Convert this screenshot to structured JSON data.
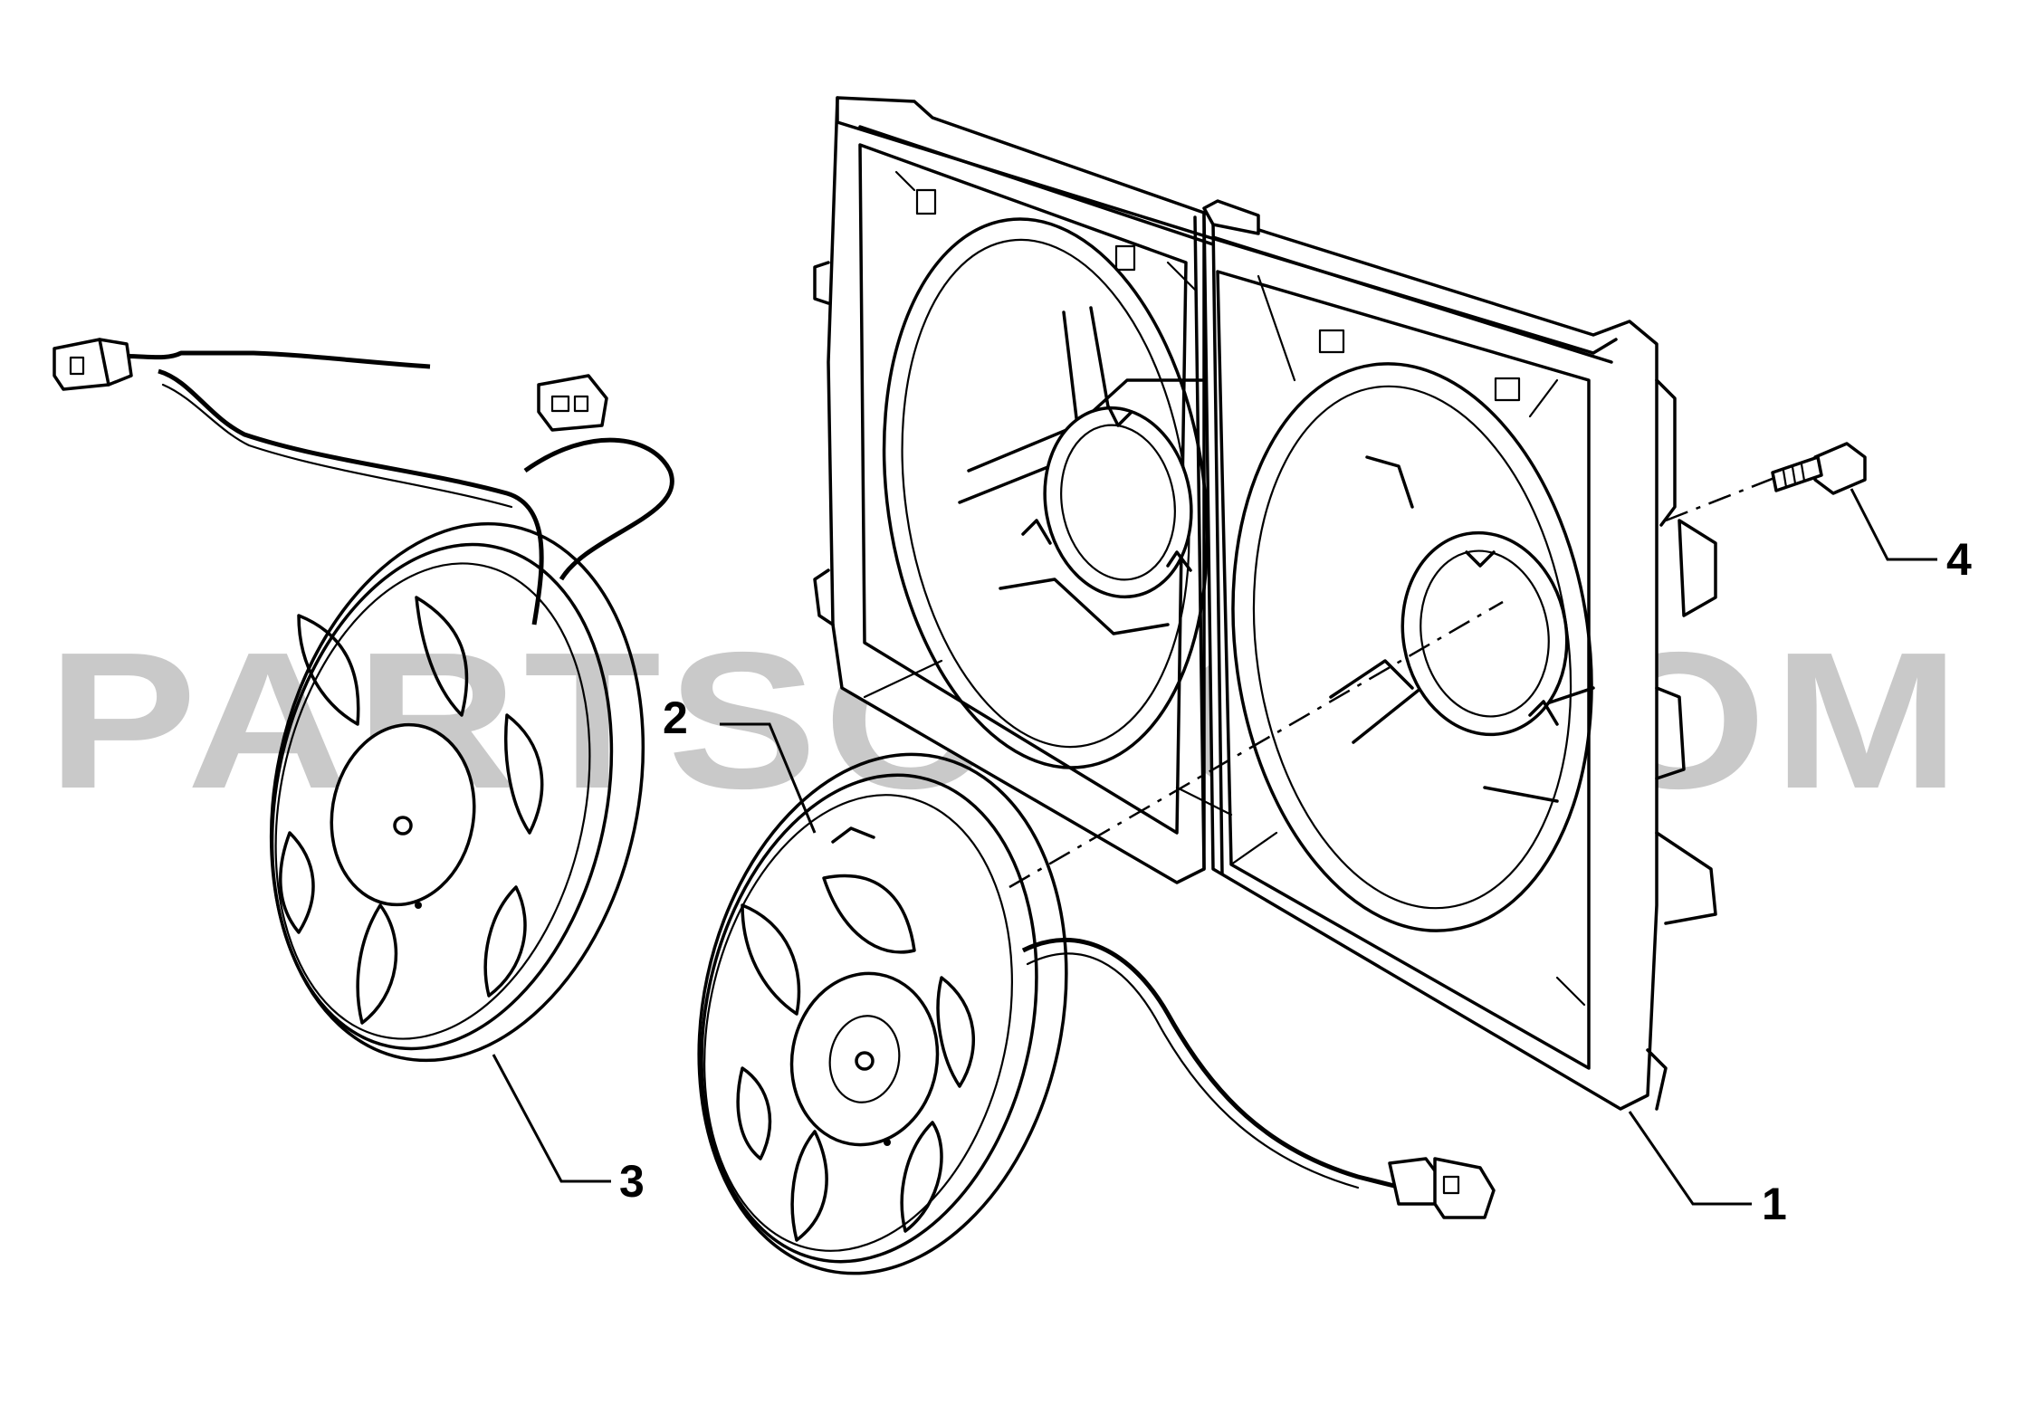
{
  "watermark": {
    "text": "PARTSOUQ.COM",
    "color": "#c9c9c9"
  },
  "callouts": [
    {
      "id": "1",
      "label": "1",
      "part": "fan shroud"
    },
    {
      "id": "2",
      "label": "2",
      "part": "fan with motor (small)"
    },
    {
      "id": "3",
      "label": "3",
      "part": "fan with motor (large)"
    },
    {
      "id": "4",
      "label": "4",
      "part": "bolt"
    }
  ],
  "colors": {
    "line": "#000000",
    "background": "#ffffff"
  }
}
